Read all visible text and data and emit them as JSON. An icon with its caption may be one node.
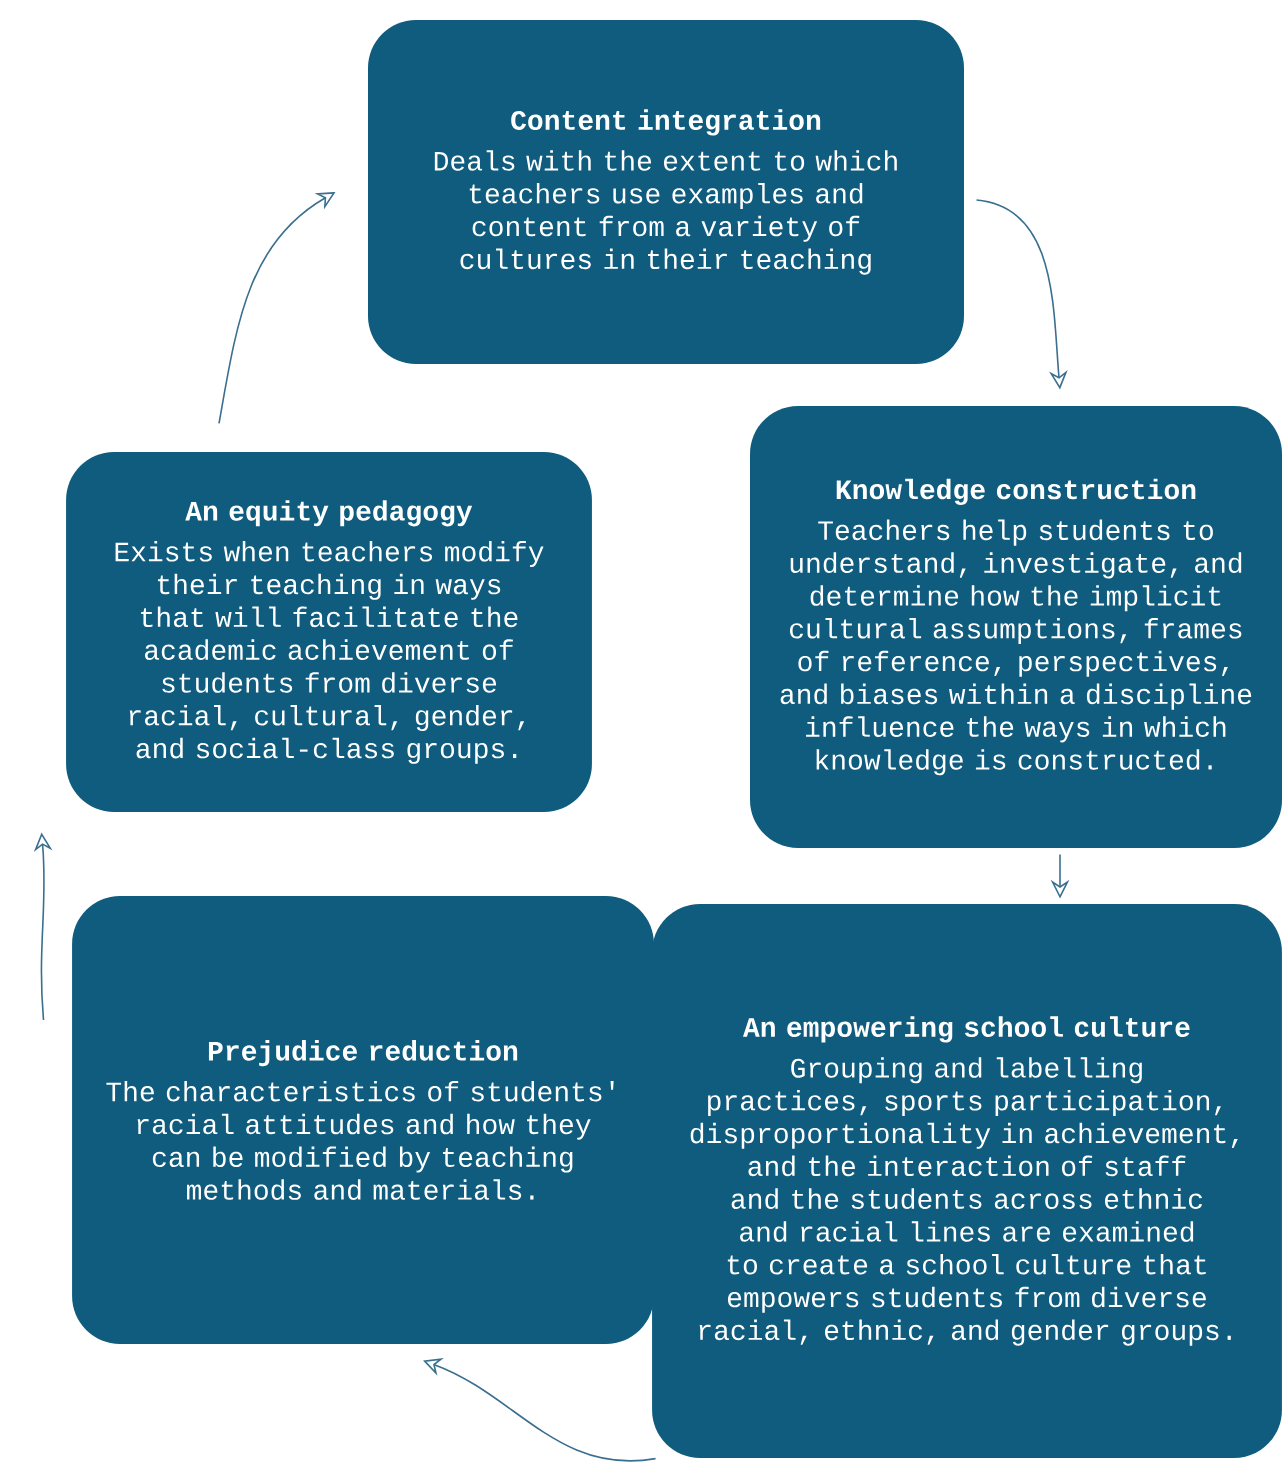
{
  "diagram": {
    "nodes": [
      {
        "text": [
          "Content integration",
          "Deals with the extent to which teachers use examples and content from a variety of cultures in their teaching"
        ]
      },
      {
        "text": [
          "Knowledge construction",
          "Teachers help students to understand, investigate, and determine how the implicit cultural assumptions, frames of reference, perspectives, and biases within a discipline influence the ways in which knowledge is constructed."
        ]
      },
      {
        "text": [
          "An empowering school culture",
          "Grouping and labelling practices, sports participation, disproportionality in achievement, and the interaction of staff and the students across ethnic and racial lines are examined to create a school culture that empowers students from diverse racial, ethnic, and gender groups."
        ]
      },
      {
        "text": [
          "Prejudice reduction",
          "The characteristics of students' racial attitudes and how they can be modified by teaching methods and materials."
        ]
      },
      {
        "text": [
          "An equity pedagogy",
          "Exists when teachers modify their teaching in ways that will facilitate the academic achievement of students from diverse racial, cultural, gender, and social-class groups."
        ]
      }
    ],
    "edges": [
      {
        "from": 0,
        "to": 1,
        "arrow": "to"
      },
      {
        "from": 1,
        "to": 2,
        "arrow": "to"
      },
      {
        "from": 2,
        "to": 3,
        "arrow": "to"
      },
      {
        "from": 3,
        "to": 4,
        "arrow": "to"
      },
      {
        "from": 4,
        "to": 0,
        "arrow": "to"
      }
    ]
  }
}
